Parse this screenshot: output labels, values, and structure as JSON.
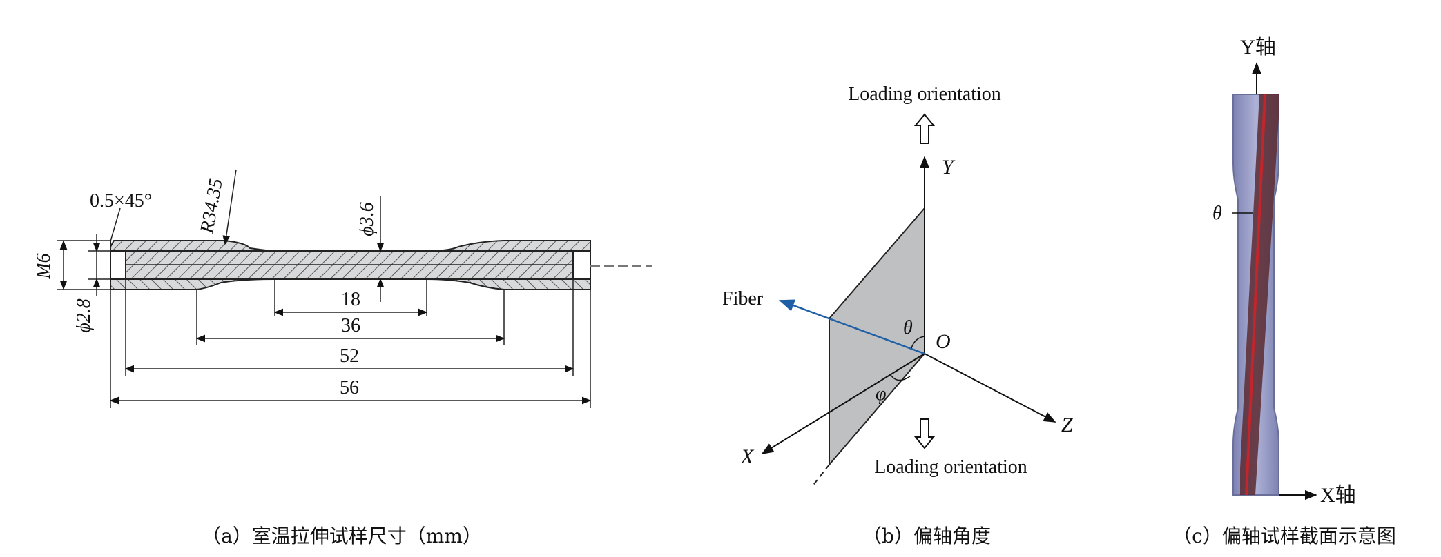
{
  "colors": {
    "fiber_arrow": "#1f5fa6",
    "plane_fill": "#bfc0c2",
    "specimen_fill": "#9fa3c8",
    "fiber_red": "#c0262b",
    "fiber_dark": "#5a2a30",
    "hatch_fill": "#cfd0d2"
  },
  "panel_a": {
    "caption": "（a）室温拉伸试样尺寸（mm）",
    "labels": {
      "chamfer": "0.5×45°",
      "radius": "R34.35",
      "diameter_gauge": "ϕ3.6",
      "thread": "M6",
      "bore": "ϕ2.8"
    },
    "dimensions": [
      "18",
      "36",
      "52",
      "56"
    ]
  },
  "panel_b": {
    "caption": "（b）偏轴角度",
    "load_top": "Loading orientation",
    "load_bottom": "Loading orientation",
    "fiber": "Fiber",
    "axis_y": "Y",
    "axis_x": "X",
    "axis_z": "Z",
    "origin": "O",
    "theta": "θ",
    "phi": "φ"
  },
  "panel_c": {
    "caption": "（c）偏轴试样截面示意图",
    "axis_y": "Y轴",
    "axis_x": "X轴",
    "theta": "θ"
  }
}
